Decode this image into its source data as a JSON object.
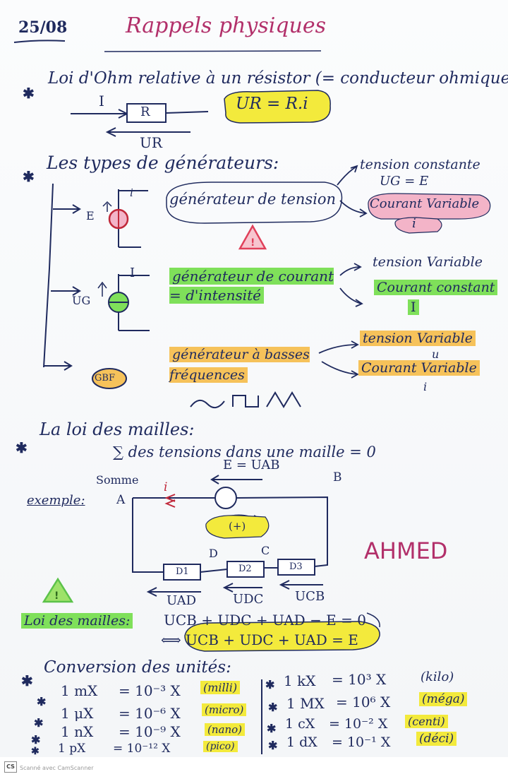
{
  "date": "25/08",
  "title": "Rappels physiques",
  "ohm": {
    "heading": "Loi d'Ohm relative à un résistor (= conducteur ohmique):",
    "current": "I",
    "resistor": "R",
    "voltage": "UR",
    "formula": "UR = R.i"
  },
  "generators": {
    "heading": "Les types de générateurs:",
    "items": [
      {
        "symbol_label": "E",
        "current_label": "i",
        "name": "générateur de tension",
        "props": [
          "tension constante",
          "UG = E",
          "Courant Variable",
          "i"
        ]
      },
      {
        "symbol_label": "UG",
        "current_label": "I",
        "name": "générateur de courant = d'intensité",
        "props": [
          "tension Variable",
          "Courant constant",
          "I"
        ]
      },
      {
        "symbol_label": "GBF",
        "name": "générateur à basses fréquences",
        "props": [
          "tension Variable",
          "u",
          "Courant Variable",
          "i"
        ]
      }
    ]
  },
  "mailles": {
    "heading": "La loi des mailles:",
    "statement": "∑ des tensions dans une maille = 0",
    "somme": "Somme",
    "example_label": "exemple:",
    "emf": "E = UAB",
    "nodes": [
      "A",
      "B",
      "C",
      "D"
    ],
    "current": "i",
    "loop_sign": "(+)",
    "dipoles": [
      "D1",
      "D2",
      "D3"
    ],
    "tensions": [
      "UAD",
      "UDC",
      "UCB"
    ],
    "signature": "AHMED",
    "law_label": "Loi des mailles:",
    "law_eq1": "UCB + UDC + UAD − E = 0",
    "law_eq2": "⟺ UCB + UDC + UAD = E"
  },
  "conversion": {
    "heading": "Conversion des unités:",
    "left": [
      {
        "lhs": "1 mX",
        "rhs": "= 10⁻³ X",
        "prefix": "(milli)"
      },
      {
        "lhs": "1 μX",
        "rhs": "= 10⁻⁶ X",
        "prefix": "(micro)"
      },
      {
        "lhs": "1 nX",
        "rhs": "= 10⁻⁹ X",
        "prefix": "(nano)"
      },
      {
        "lhs": "1 pX",
        "rhs": "= 10⁻¹² X",
        "prefix": "(pico)"
      }
    ],
    "right": [
      {
        "lhs": "1 kX",
        "rhs": "= 10³ X",
        "prefix": "(kilo)"
      },
      {
        "lhs": "1 MX",
        "rhs": "= 10⁶ X",
        "prefix": "(méga)"
      },
      {
        "lhs": "1 cX",
        "rhs": "= 10⁻² X",
        "prefix": "(centi)"
      },
      {
        "lhs": "1 dX",
        "rhs": "= 10⁻¹ X",
        "prefix": "(déci)"
      }
    ]
  },
  "footer": {
    "logo": "CS",
    "text": "Scanné avec CamScanner"
  },
  "colors": {
    "ink": "#1f2a5e",
    "title": "#b2306a",
    "highlight_yellow": "#f3ea3c",
    "highlight_green": "#7fe05a",
    "highlight_pink": "#f3b4c8",
    "highlight_orange": "#f6c25a",
    "warning": "#e0405a"
  }
}
